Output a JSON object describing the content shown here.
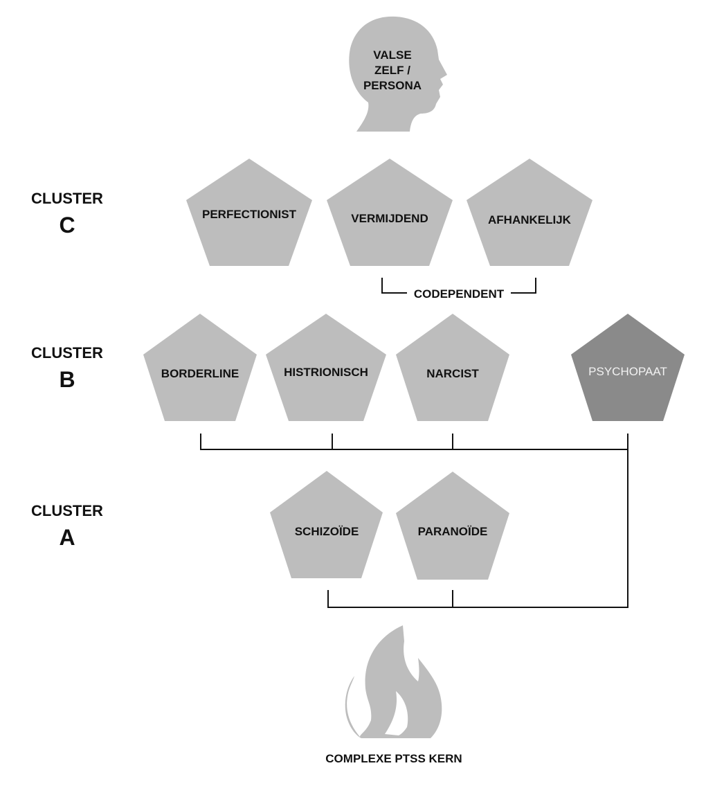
{
  "head": {
    "lines": [
      "VALSE",
      "ZELF /",
      "PERSONA"
    ],
    "color": "#bdbdbd"
  },
  "clusters": [
    {
      "word": "CLUSTER",
      "letter": "C"
    },
    {
      "word": "CLUSTER",
      "letter": "B"
    },
    {
      "word": "CLUSTER",
      "letter": "A"
    }
  ],
  "cluster_c": [
    "PERFECTIONIST",
    "VERMIJDEND",
    "AFHANKELIJK"
  ],
  "codependent_label": "CODEPENDENT",
  "cluster_b": [
    "BORDERLINE",
    "HISTRIONISCH",
    "NARCIST",
    "PSYCHOPAAT"
  ],
  "cluster_a": [
    "SCHIZOÏDE",
    "PARANOÏDE"
  ],
  "core_label": "COMPLEXE PTSS KERN",
  "colors": {
    "shape": "#bdbdbd",
    "shape_dark": "#8a8a8a",
    "line": "#111111"
  }
}
